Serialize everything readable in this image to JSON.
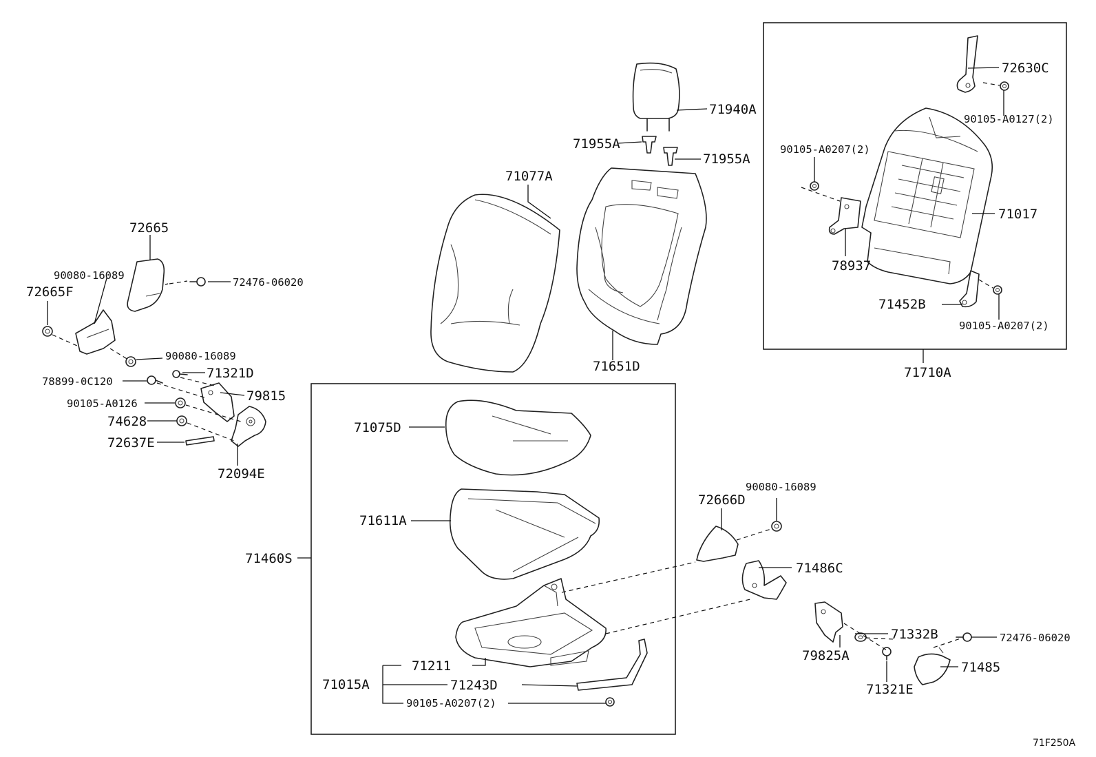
{
  "diagram": {
    "reference_code": "71F250A",
    "parts": [
      {
        "id": "71940A",
        "label": "71940A"
      },
      {
        "id": "71955A-1",
        "label": "71955A"
      },
      {
        "id": "71955A-2",
        "label": "71955A"
      },
      {
        "id": "71077A",
        "label": "71077A"
      },
      {
        "id": "71651D",
        "label": "71651D"
      },
      {
        "id": "72630C",
        "label": "72630C"
      },
      {
        "id": "90105-A0127",
        "label": "90105-A0127(2)"
      },
      {
        "id": "90105-A0207-a",
        "label": "90105-A0207(2)"
      },
      {
        "id": "71017",
        "label": "71017"
      },
      {
        "id": "78937",
        "label": "78937"
      },
      {
        "id": "71452B",
        "label": "71452B"
      },
      {
        "id": "90105-A0207-b",
        "label": "90105-A0207(2)"
      },
      {
        "id": "71710A",
        "label": "71710A"
      },
      {
        "id": "72665",
        "label": "72665"
      },
      {
        "id": "90080-16089-a",
        "label": "90080-16089"
      },
      {
        "id": "72476-06020-a",
        "label": "72476-06020"
      },
      {
        "id": "72665F",
        "label": "72665F"
      },
      {
        "id": "90080-16089-b",
        "label": "90080-16089"
      },
      {
        "id": "78899-0C120",
        "label": "78899-0C120"
      },
      {
        "id": "71321D",
        "label": "71321D"
      },
      {
        "id": "79815",
        "label": "79815"
      },
      {
        "id": "90105-A0126",
        "label": "90105-A0126"
      },
      {
        "id": "74628",
        "label": "74628"
      },
      {
        "id": "72637E",
        "label": "72637E"
      },
      {
        "id": "72094E",
        "label": "72094E"
      },
      {
        "id": "71075D",
        "label": "71075D"
      },
      {
        "id": "71611A",
        "label": "71611A"
      },
      {
        "id": "71460S",
        "label": "71460S"
      },
      {
        "id": "71211",
        "label": "71211"
      },
      {
        "id": "71015A",
        "label": "71015A"
      },
      {
        "id": "71243D",
        "label": "71243D"
      },
      {
        "id": "90105-A0207-c",
        "label": "90105-A0207(2)"
      },
      {
        "id": "72666D",
        "label": "72666D"
      },
      {
        "id": "90080-16089-c",
        "label": "90080-16089"
      },
      {
        "id": "71486C",
        "label": "71486C"
      },
      {
        "id": "71332B",
        "label": "71332B"
      },
      {
        "id": "72476-06020-b",
        "label": "72476-06020"
      },
      {
        "id": "79825A",
        "label": "79825A"
      },
      {
        "id": "71485",
        "label": "71485"
      },
      {
        "id": "71321E",
        "label": "71321E"
      }
    ]
  }
}
